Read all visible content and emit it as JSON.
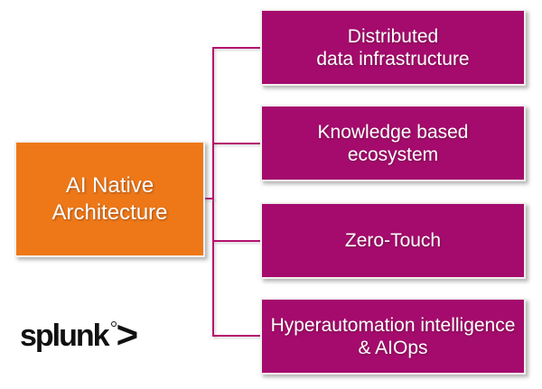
{
  "colors": {
    "background": "#ffffff",
    "node_fill": "#a50b6d",
    "root_fill": "#ee7817",
    "connector": "#b5126e",
    "node_border": "#f2f0ee",
    "node_text": "#ffffff",
    "logo_color": "#111111"
  },
  "diagram": {
    "root": {
      "label": "AI Native\nArchitecture"
    },
    "nodes": [
      {
        "label": "Distributed\ndata infrastructure"
      },
      {
        "label": "Knowledge based\necosystem"
      },
      {
        "label": "Zero-Touch"
      },
      {
        "label": "Hyperautomation intelligence\n& AIOps"
      }
    ]
  },
  "logo": {
    "wordmark": "splunk",
    "chevron": ">"
  }
}
